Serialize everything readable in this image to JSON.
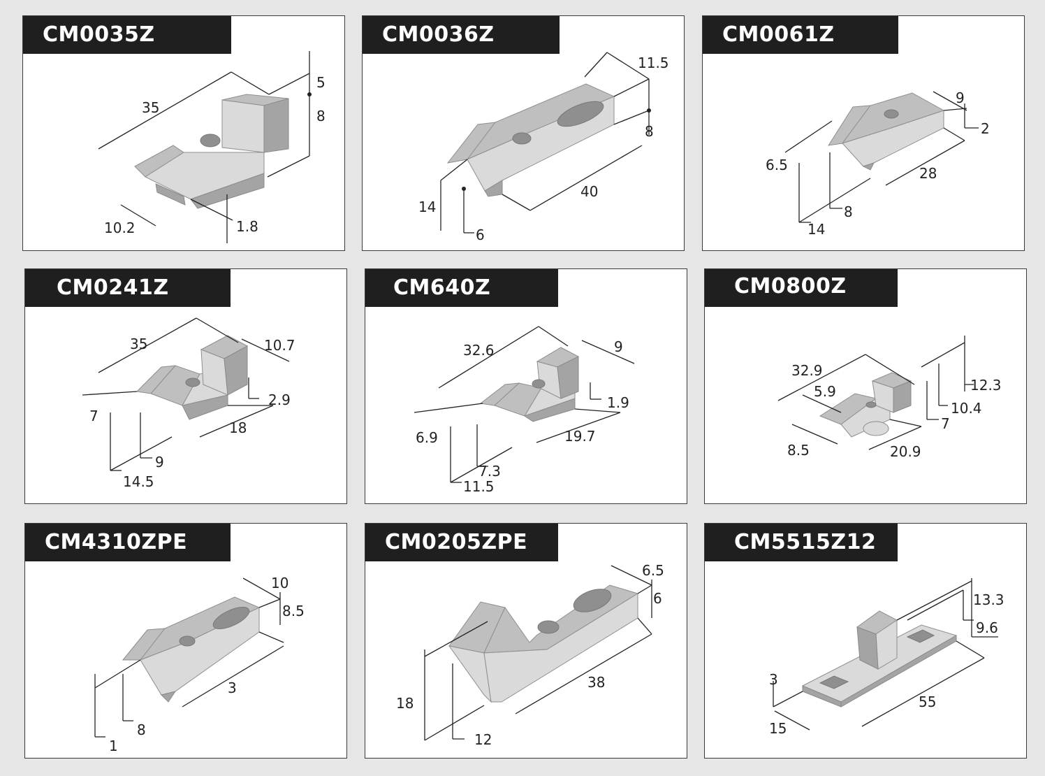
{
  "colors": {
    "header_bg": "#1f1f1f",
    "header_text": "#ffffff",
    "panel_bg": "#ffffff",
    "page_bg": "#e6e6e6",
    "part": "#c4c4c4"
  },
  "parts": [
    {
      "code": "CM0035Z",
      "dims": [
        "35",
        "5",
        "8",
        "10.2",
        "1.8"
      ]
    },
    {
      "code": "CM0036Z",
      "dims": [
        "11.5",
        "8",
        "40",
        "14",
        "6"
      ]
    },
    {
      "code": "CM0061Z",
      "dims": [
        "9",
        "2",
        "6.5",
        "28",
        "8",
        "14"
      ]
    },
    {
      "code": "CM0241Z",
      "dims": [
        "35",
        "10.7",
        "7",
        "2.9",
        "18",
        "9",
        "14.5"
      ]
    },
    {
      "code": "CM640Z",
      "dims": [
        "32.6",
        "9",
        "1.9",
        "6.9",
        "19.7",
        "7.3",
        "11.5"
      ]
    },
    {
      "code": "CM0800Z",
      "dims": [
        "32.9",
        "12.3",
        "5.9",
        "10.4",
        "7",
        "8.5",
        "20.9"
      ]
    },
    {
      "code": "CM4310ZPE",
      "dims": [
        "10",
        "8.5",
        "3",
        "8",
        "1"
      ]
    },
    {
      "code": "CM0205ZPE",
      "dims": [
        "6.5",
        "6",
        "38",
        "18",
        "12"
      ]
    },
    {
      "code": "CM5515Z12",
      "dims": [
        "13.3",
        "9.6",
        "3",
        "55",
        "15"
      ]
    }
  ]
}
